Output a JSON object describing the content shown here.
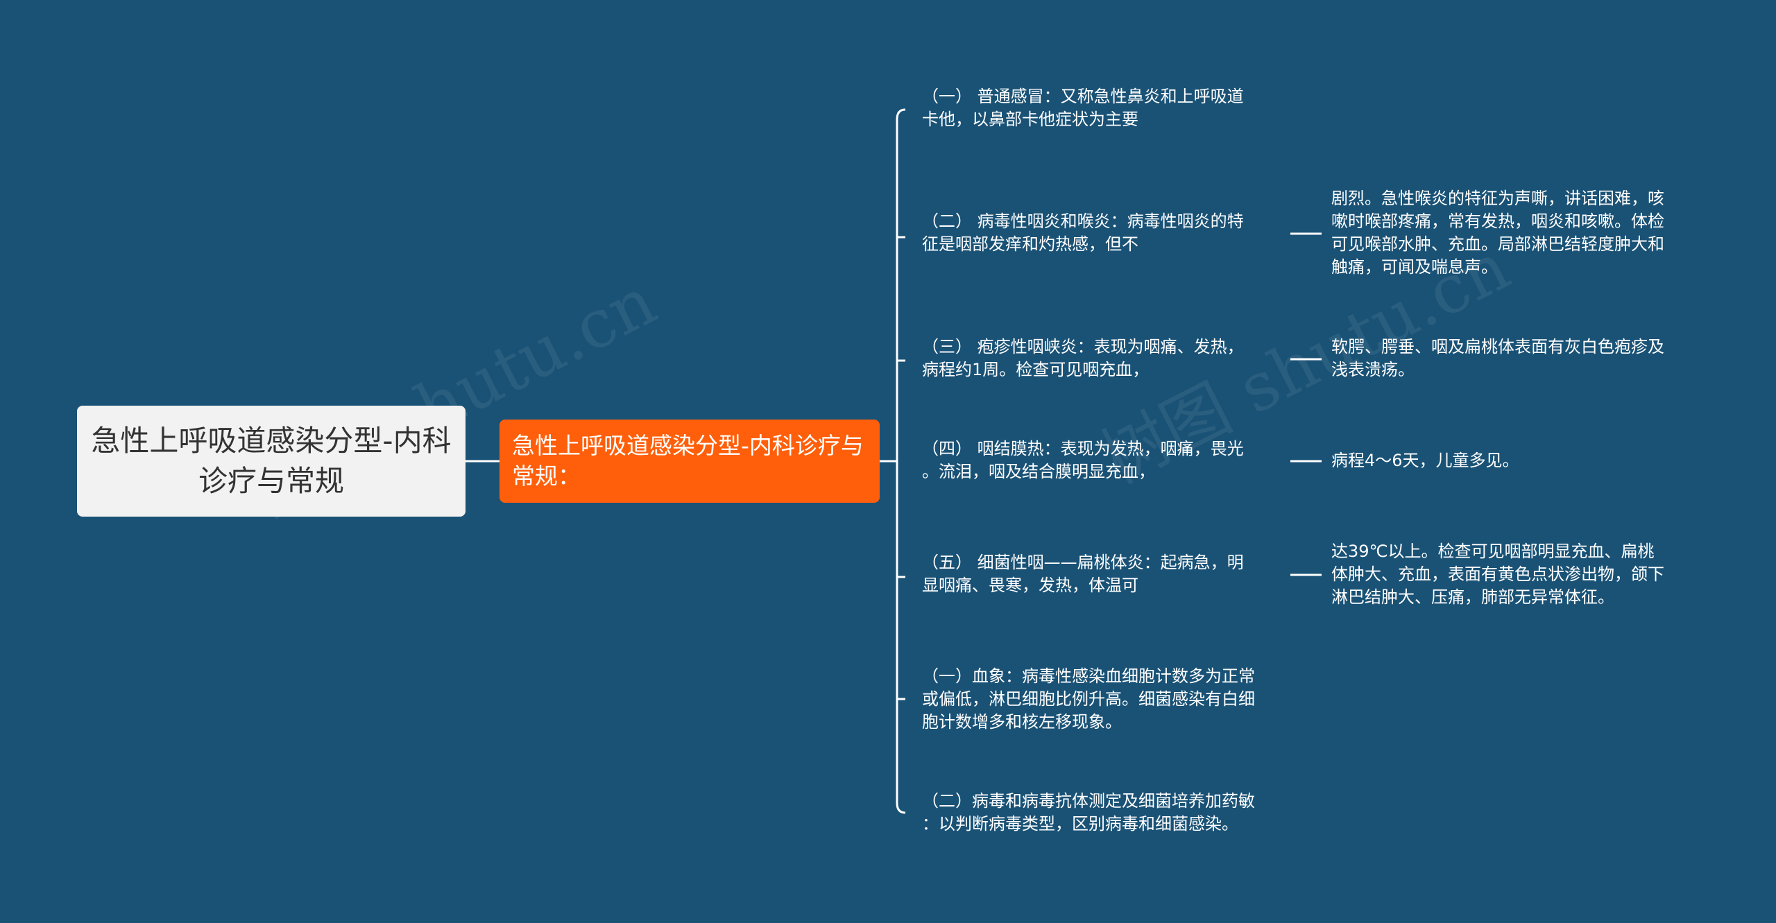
{
  "root": {
    "label": "急性上呼吸道感染分型-内科诊疗与常规"
  },
  "main": {
    "label": "急性上呼吸道感染分型-内科诊疗与常规："
  },
  "branches": [
    {
      "text": "（一） 普通感冒：又称急性鼻炎和上呼吸道\n卡他，以鼻部卡他症状为主要"
    },
    {
      "text": "（二） 病毒性咽炎和喉炎：病毒性咽炎的特\n征是咽部发痒和灼热感，但不",
      "detail": "剧烈。急性喉炎的特征为声嘶，讲话困难，咳\n嗽时喉部疼痛，常有发热，咽炎和咳嗽。体检\n可见喉部水肿、充血。局部淋巴结轻度肿大和\n触痛，可闻及喘息声。"
    },
    {
      "text": "（三） 疱疹性咽峡炎：表现为咽痛、发热，\n病程约1周。检查可见咽充血，",
      "detail": "软腭、腭垂、咽及扁桃体表面有灰白色疱疹及\n浅表溃疡。"
    },
    {
      "text": "（四） 咽结膜热：表现为发热，咽痛，畏光\n。流泪，咽及结合膜明显充血，",
      "detail": "病程4～6天，儿童多见。"
    },
    {
      "text": "（五） 细菌性咽——扁桃体炎：起病急，明\n显咽痛、畏寒，发热，体温可",
      "detail": "达39℃以上。检查可见咽部明显充血、扁桃\n体肿大、充血，表面有黄色点状渗出物，颌下\n淋巴结肿大、压痛，肺部无异常体征。"
    },
    {
      "text": "（一）血象：病毒性感染血细胞计数多为正常\n或偏低，淋巴细胞比例升高。细菌感染有白细\n胞计数增多和核左移现象。"
    },
    {
      "text": "（二）病毒和病毒抗体测定及细菌培养加药敏\n：以判断病毒类型，区别病毒和细菌感染。"
    }
  ],
  "watermark": "树图 shutu.cn",
  "colors": {
    "background": "#1a5276",
    "root": "#f2f2f2",
    "main": "#ff5f0a",
    "line": "#ffffff"
  }
}
